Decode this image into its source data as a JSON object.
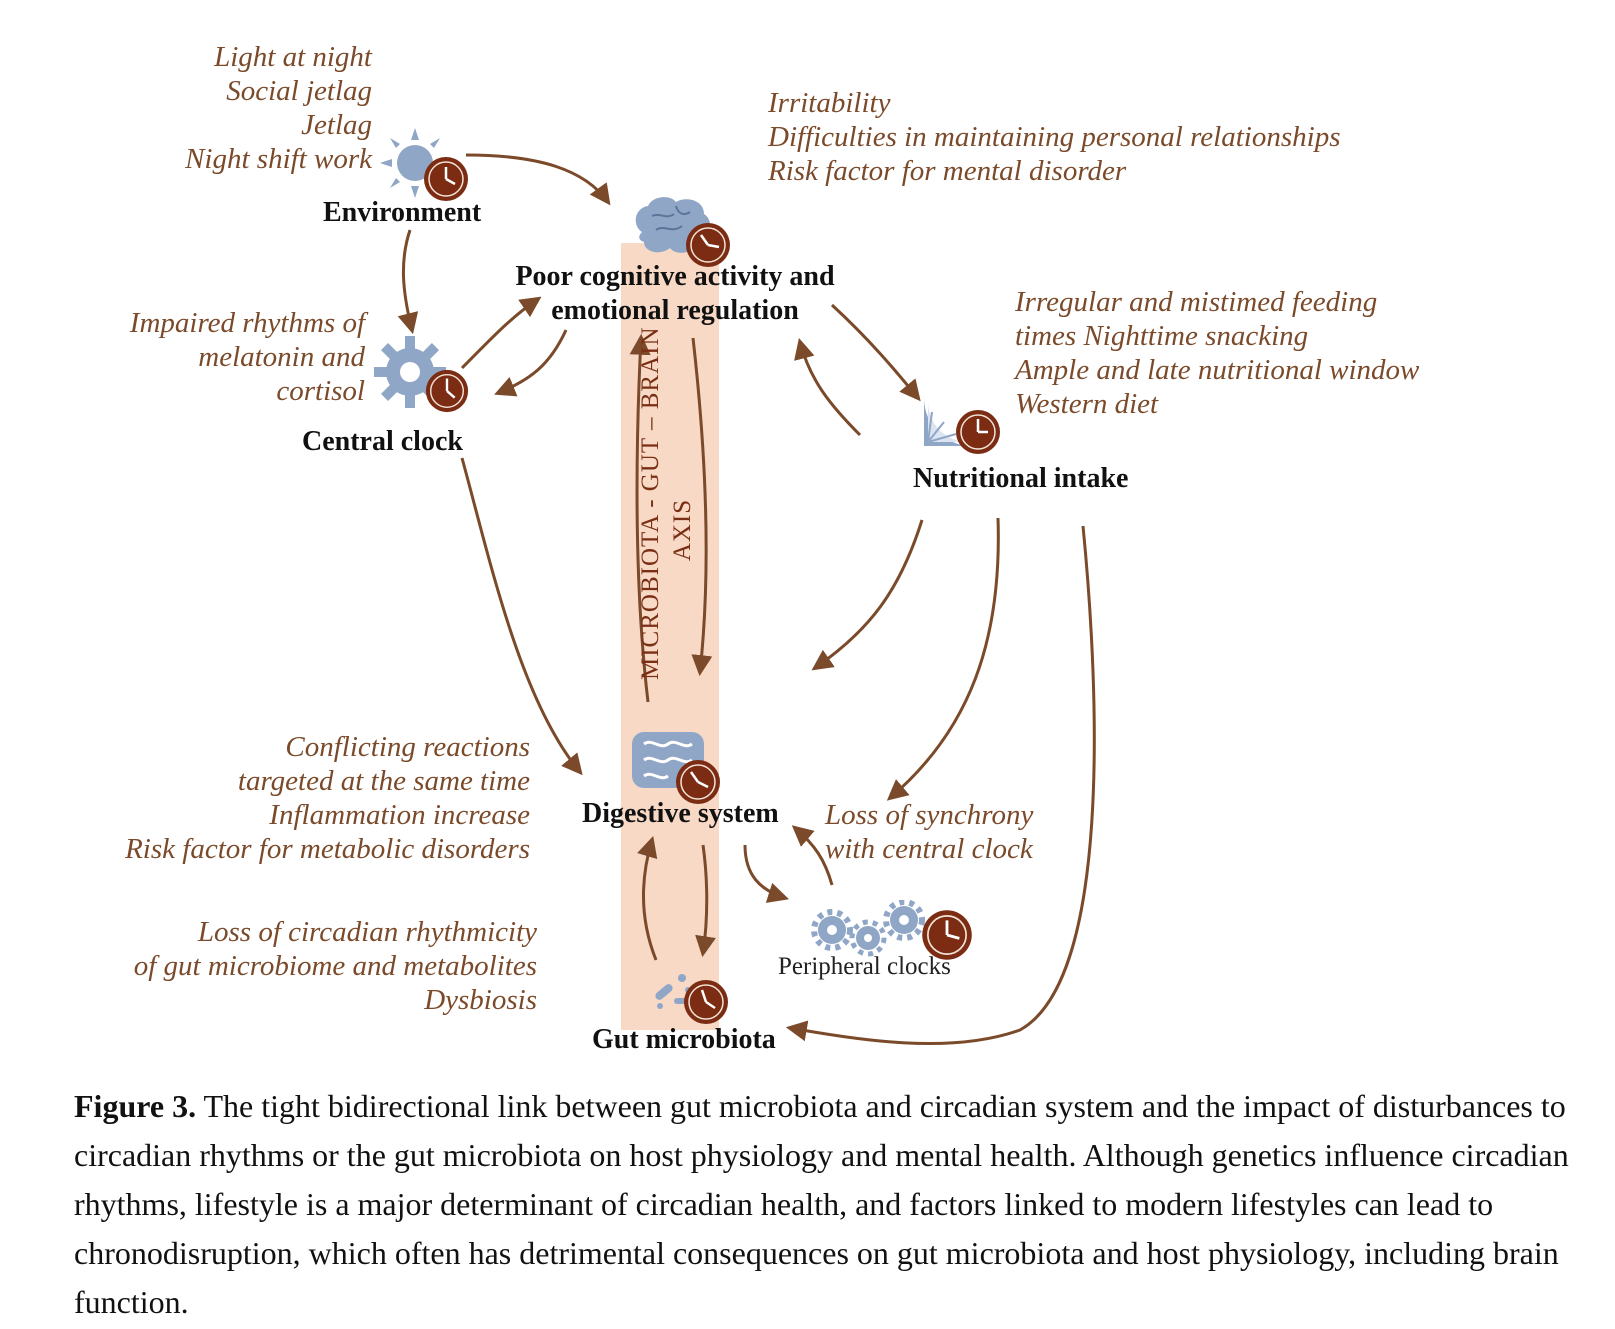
{
  "environment": {
    "factors": [
      "Light at night",
      "Social jetlag",
      "Jetlag",
      "Night shift work"
    ],
    "label": "Environment"
  },
  "brain": {
    "effects": [
      "Irritability",
      "Difficulties in maintaining personal relationships",
      "Risk factor for mental disorder"
    ],
    "label_line1": "Poor cognitive activity and",
    "label_line2": "emotional regulation"
  },
  "central_clock": {
    "effects": [
      "Impaired rhythms of",
      "melatonin and",
      "cortisol"
    ],
    "label": "Central clock"
  },
  "nutrition": {
    "factors": [
      "Irregular and mistimed feeding",
      "times Nighttime snacking",
      "Ample and late nutritional window",
      "Western diet"
    ],
    "label": "Nutritional intake"
  },
  "axis": {
    "line1": "MICROBIOTA - GUT – BRAIN",
    "line2": "AXIS"
  },
  "digestive": {
    "effects": [
      "Conflicting reactions",
      "targeted at the same time",
      "Inflammation increase",
      "Risk factor for metabolic disorders"
    ],
    "label": "Digestive system",
    "sync_note": [
      "Loss of synchrony",
      "with central clock"
    ]
  },
  "peripheral": {
    "label": "Peripheral clocks"
  },
  "microbiota": {
    "effects": [
      "Loss of circadian rhythmicity",
      "of gut microbiome and metabolites",
      "Dysbiosis"
    ],
    "label": "Gut microbiota"
  },
  "caption": {
    "figure_label": "Figure 3.",
    "text": " The tight bidirectional link between gut microbiota and circadian system and the impact of disturbances to circadian rhythms or the gut microbiota on host physiology and mental health. Although genetics influence circadian rhythms, lifestyle is a major determinant of circadian health, and factors linked to modern lifestyles can lead to chronodisruption, which often has detrimental consequences on gut microbiota and host physiology, including brain function."
  },
  "colors": {
    "arrow": "#7a4a2a",
    "italic_text": "#7a4a2a",
    "axis_band": "#f7d9c6",
    "clock_face": "#7b2c12",
    "icon_blue": "#8fa6c6"
  },
  "icons": [
    "sun-icon",
    "clock-icon",
    "brain-icon",
    "gear-icon",
    "orange-slice-icon",
    "intestine-icon",
    "bacteria-icon",
    "peripheral-gears-icon"
  ]
}
